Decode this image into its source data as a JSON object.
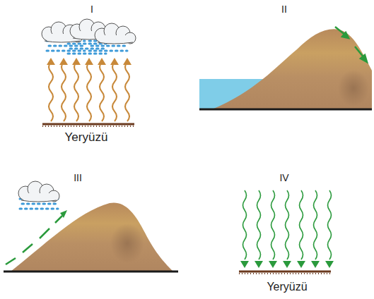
{
  "diagram": {
    "labels": [
      "I",
      "II",
      "III",
      "IV",
      "Yeryüzü",
      "Yeryüzü"
    ]
  }
}
